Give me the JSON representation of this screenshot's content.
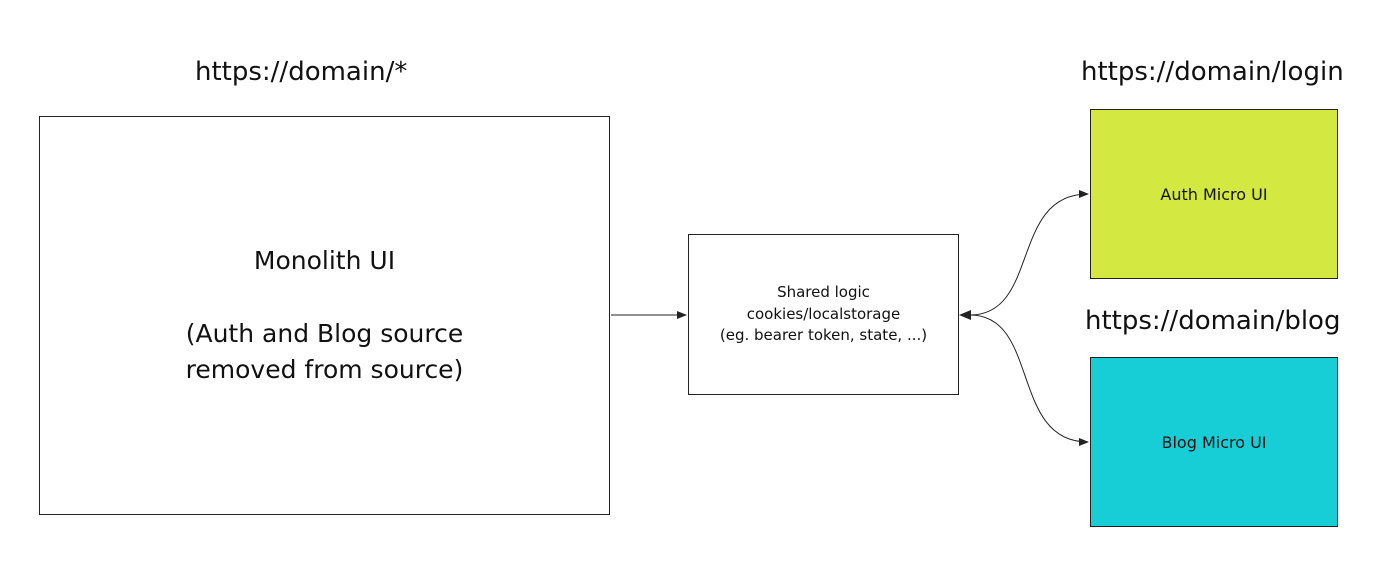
{
  "monolith": {
    "url": "https://domain/*",
    "title": "Monolith UI",
    "note_line1": "(Auth and Blog source",
    "note_line2": "removed from source)"
  },
  "shared": {
    "line1": "Shared logic",
    "line2": "cookies/localstorage",
    "line3": "(eg. bearer token, state, ...)"
  },
  "auth": {
    "url": "https://domain/login",
    "label": "Auth Micro UI",
    "color": "#d3e942"
  },
  "blog": {
    "url": "https://domain/blog",
    "label": "Blog Micro UI",
    "color": "#18ced6"
  },
  "colors": {
    "stroke": "#222222",
    "background": "#ffffff"
  }
}
